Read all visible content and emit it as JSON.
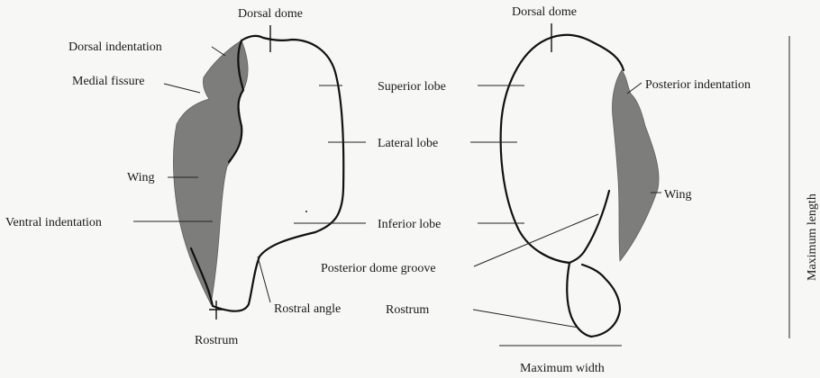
{
  "diagram": {
    "left_view": {
      "labels": {
        "dorsal_dome": "Dorsal dome",
        "dorsal_indentation": "Dorsal indentation",
        "medial_fissure": "Medial fissure",
        "wing": "Wing",
        "ventral_indentation": "Ventral indentation",
        "rostrum": "Rostrum",
        "rostral_angle": "Rostral angle",
        "superior_lobe": "Superior lobe",
        "lateral_lobe": "Lateral lobe",
        "inferior_lobe": "Inferior lobe"
      }
    },
    "right_view": {
      "labels": {
        "dorsal_dome": "Dorsal dome",
        "posterior_indentation": "Posterior indentation",
        "wing": "Wing",
        "posterior_dome_groove": "Posterior dome groove",
        "rostrum": "Rostrum"
      }
    },
    "measurements": {
      "maximum_length": "Maximum length",
      "maximum_width": "Maximum width"
    },
    "colors": {
      "shading": "#7d7d7b",
      "outline": "#111111",
      "background": "#f7f7f5"
    }
  }
}
